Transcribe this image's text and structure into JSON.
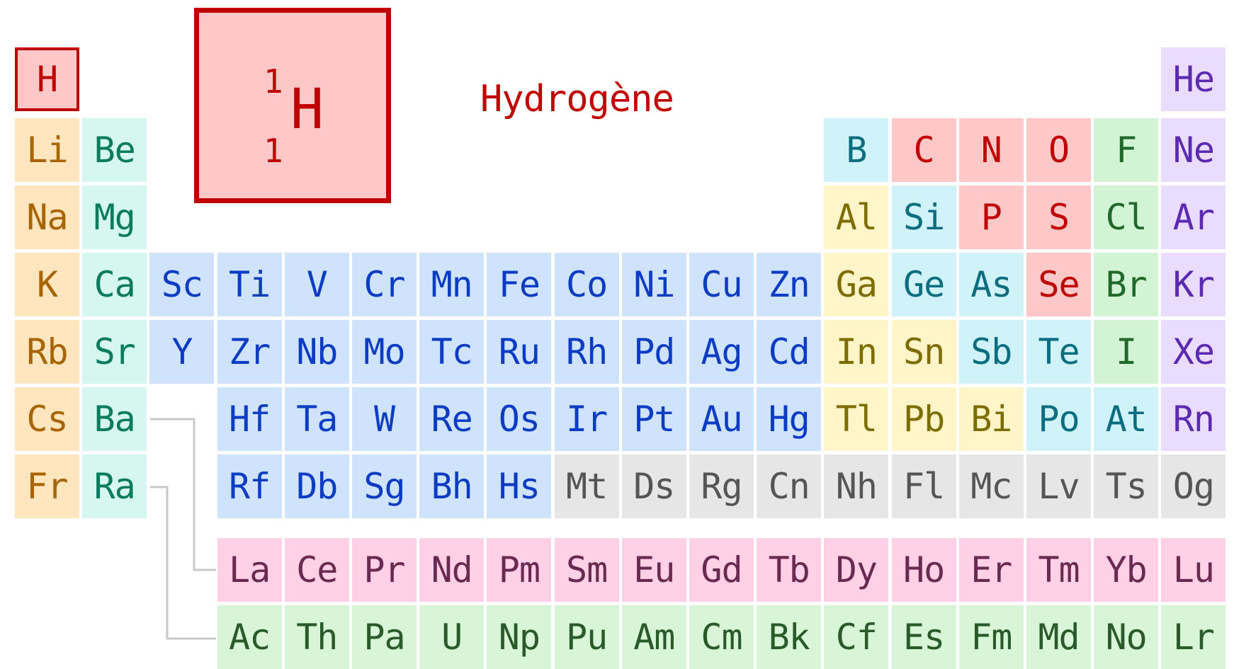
{
  "selected": {
    "symbol": "H",
    "mass_number": "1",
    "atomic_number": "1",
    "name": "Hydrogène"
  },
  "colors": {
    "nonmetal": {
      "bg": "#ffc8c8",
      "fg": "#c00000"
    },
    "alkali": {
      "bg": "#ffe6bf",
      "fg": "#a86400"
    },
    "alkaline_earth": {
      "bg": "#d6f7ef",
      "fg": "#067b5e"
    },
    "transition": {
      "bg": "#cfe4fc",
      "fg": "#0c3cc4"
    },
    "post_transition": {
      "bg": "#fff5c8",
      "fg": "#7d6d00"
    },
    "metalloid": {
      "bg": "#d0f3f9",
      "fg": "#0a6e80"
    },
    "halogen": {
      "bg": "#d3f3d5",
      "fg": "#1f6a2a"
    },
    "noble_gas": {
      "bg": "#eadcff",
      "fg": "#5a2ab0"
    },
    "unknown": {
      "bg": "#e6e6e6",
      "fg": "#555555"
    },
    "lanthanide": {
      "bg": "#ffd0e6",
      "fg": "#6a2a50"
    },
    "actinide": {
      "bg": "#d8f5d8",
      "fg": "#2a5a2a"
    }
  },
  "elements": [
    {
      "s": "H",
      "r": 0,
      "c": 0,
      "t": "nonmetal"
    },
    {
      "s": "He",
      "r": 0,
      "c": 17,
      "t": "noble_gas"
    },
    {
      "s": "Li",
      "r": 1,
      "c": 0,
      "t": "alkali"
    },
    {
      "s": "Be",
      "r": 1,
      "c": 1,
      "t": "alkaline_earth"
    },
    {
      "s": "B",
      "r": 1,
      "c": 12,
      "t": "metalloid"
    },
    {
      "s": "C",
      "r": 1,
      "c": 13,
      "t": "nonmetal"
    },
    {
      "s": "N",
      "r": 1,
      "c": 14,
      "t": "nonmetal"
    },
    {
      "s": "O",
      "r": 1,
      "c": 15,
      "t": "nonmetal"
    },
    {
      "s": "F",
      "r": 1,
      "c": 16,
      "t": "halogen"
    },
    {
      "s": "Ne",
      "r": 1,
      "c": 17,
      "t": "noble_gas"
    },
    {
      "s": "Na",
      "r": 2,
      "c": 0,
      "t": "alkali"
    },
    {
      "s": "Mg",
      "r": 2,
      "c": 1,
      "t": "alkaline_earth"
    },
    {
      "s": "Al",
      "r": 2,
      "c": 12,
      "t": "post_transition"
    },
    {
      "s": "Si",
      "r": 2,
      "c": 13,
      "t": "metalloid"
    },
    {
      "s": "P",
      "r": 2,
      "c": 14,
      "t": "nonmetal"
    },
    {
      "s": "S",
      "r": 2,
      "c": 15,
      "t": "nonmetal"
    },
    {
      "s": "Cl",
      "r": 2,
      "c": 16,
      "t": "halogen"
    },
    {
      "s": "Ar",
      "r": 2,
      "c": 17,
      "t": "noble_gas"
    },
    {
      "s": "K",
      "r": 3,
      "c": 0,
      "t": "alkali"
    },
    {
      "s": "Ca",
      "r": 3,
      "c": 1,
      "t": "alkaline_earth"
    },
    {
      "s": "Sc",
      "r": 3,
      "c": 2,
      "t": "transition"
    },
    {
      "s": "Ti",
      "r": 3,
      "c": 3,
      "t": "transition"
    },
    {
      "s": "V",
      "r": 3,
      "c": 4,
      "t": "transition"
    },
    {
      "s": "Cr",
      "r": 3,
      "c": 5,
      "t": "transition"
    },
    {
      "s": "Mn",
      "r": 3,
      "c": 6,
      "t": "transition"
    },
    {
      "s": "Fe",
      "r": 3,
      "c": 7,
      "t": "transition"
    },
    {
      "s": "Co",
      "r": 3,
      "c": 8,
      "t": "transition"
    },
    {
      "s": "Ni",
      "r": 3,
      "c": 9,
      "t": "transition"
    },
    {
      "s": "Cu",
      "r": 3,
      "c": 10,
      "t": "transition"
    },
    {
      "s": "Zn",
      "r": 3,
      "c": 11,
      "t": "transition"
    },
    {
      "s": "Ga",
      "r": 3,
      "c": 12,
      "t": "post_transition"
    },
    {
      "s": "Ge",
      "r": 3,
      "c": 13,
      "t": "metalloid"
    },
    {
      "s": "As",
      "r": 3,
      "c": 14,
      "t": "metalloid"
    },
    {
      "s": "Se",
      "r": 3,
      "c": 15,
      "t": "nonmetal"
    },
    {
      "s": "Br",
      "r": 3,
      "c": 16,
      "t": "halogen"
    },
    {
      "s": "Kr",
      "r": 3,
      "c": 17,
      "t": "noble_gas"
    },
    {
      "s": "Rb",
      "r": 4,
      "c": 0,
      "t": "alkali"
    },
    {
      "s": "Sr",
      "r": 4,
      "c": 1,
      "t": "alkaline_earth"
    },
    {
      "s": "Y",
      "r": 4,
      "c": 2,
      "t": "transition"
    },
    {
      "s": "Zr",
      "r": 4,
      "c": 3,
      "t": "transition"
    },
    {
      "s": "Nb",
      "r": 4,
      "c": 4,
      "t": "transition"
    },
    {
      "s": "Mo",
      "r": 4,
      "c": 5,
      "t": "transition"
    },
    {
      "s": "Tc",
      "r": 4,
      "c": 6,
      "t": "transition"
    },
    {
      "s": "Ru",
      "r": 4,
      "c": 7,
      "t": "transition"
    },
    {
      "s": "Rh",
      "r": 4,
      "c": 8,
      "t": "transition"
    },
    {
      "s": "Pd",
      "r": 4,
      "c": 9,
      "t": "transition"
    },
    {
      "s": "Ag",
      "r": 4,
      "c": 10,
      "t": "transition"
    },
    {
      "s": "Cd",
      "r": 4,
      "c": 11,
      "t": "transition"
    },
    {
      "s": "In",
      "r": 4,
      "c": 12,
      "t": "post_transition"
    },
    {
      "s": "Sn",
      "r": 4,
      "c": 13,
      "t": "post_transition"
    },
    {
      "s": "Sb",
      "r": 4,
      "c": 14,
      "t": "metalloid"
    },
    {
      "s": "Te",
      "r": 4,
      "c": 15,
      "t": "metalloid"
    },
    {
      "s": "I",
      "r": 4,
      "c": 16,
      "t": "halogen"
    },
    {
      "s": "Xe",
      "r": 4,
      "c": 17,
      "t": "noble_gas"
    },
    {
      "s": "Cs",
      "r": 5,
      "c": 0,
      "t": "alkali"
    },
    {
      "s": "Ba",
      "r": 5,
      "c": 1,
      "t": "alkaline_earth"
    },
    {
      "s": "Hf",
      "r": 5,
      "c": 3,
      "t": "transition"
    },
    {
      "s": "Ta",
      "r": 5,
      "c": 4,
      "t": "transition"
    },
    {
      "s": "W",
      "r": 5,
      "c": 5,
      "t": "transition"
    },
    {
      "s": "Re",
      "r": 5,
      "c": 6,
      "t": "transition"
    },
    {
      "s": "Os",
      "r": 5,
      "c": 7,
      "t": "transition"
    },
    {
      "s": "Ir",
      "r": 5,
      "c": 8,
      "t": "transition"
    },
    {
      "s": "Pt",
      "r": 5,
      "c": 9,
      "t": "transition"
    },
    {
      "s": "Au",
      "r": 5,
      "c": 10,
      "t": "transition"
    },
    {
      "s": "Hg",
      "r": 5,
      "c": 11,
      "t": "transition"
    },
    {
      "s": "Tl",
      "r": 5,
      "c": 12,
      "t": "post_transition"
    },
    {
      "s": "Pb",
      "r": 5,
      "c": 13,
      "t": "post_transition"
    },
    {
      "s": "Bi",
      "r": 5,
      "c": 14,
      "t": "post_transition"
    },
    {
      "s": "Po",
      "r": 5,
      "c": 15,
      "t": "metalloid"
    },
    {
      "s": "At",
      "r": 5,
      "c": 16,
      "t": "metalloid"
    },
    {
      "s": "Rn",
      "r": 5,
      "c": 17,
      "t": "noble_gas"
    },
    {
      "s": "Fr",
      "r": 6,
      "c": 0,
      "t": "alkali"
    },
    {
      "s": "Ra",
      "r": 6,
      "c": 1,
      "t": "alkaline_earth"
    },
    {
      "s": "Rf",
      "r": 6,
      "c": 3,
      "t": "transition"
    },
    {
      "s": "Db",
      "r": 6,
      "c": 4,
      "t": "transition"
    },
    {
      "s": "Sg",
      "r": 6,
      "c": 5,
      "t": "transition"
    },
    {
      "s": "Bh",
      "r": 6,
      "c": 6,
      "t": "transition"
    },
    {
      "s": "Hs",
      "r": 6,
      "c": 7,
      "t": "transition"
    },
    {
      "s": "Mt",
      "r": 6,
      "c": 8,
      "t": "unknown"
    },
    {
      "s": "Ds",
      "r": 6,
      "c": 9,
      "t": "unknown"
    },
    {
      "s": "Rg",
      "r": 6,
      "c": 10,
      "t": "unknown"
    },
    {
      "s": "Cn",
      "r": 6,
      "c": 11,
      "t": "unknown"
    },
    {
      "s": "Nh",
      "r": 6,
      "c": 12,
      "t": "unknown"
    },
    {
      "s": "Fl",
      "r": 6,
      "c": 13,
      "t": "unknown"
    },
    {
      "s": "Mc",
      "r": 6,
      "c": 14,
      "t": "unknown"
    },
    {
      "s": "Lv",
      "r": 6,
      "c": 15,
      "t": "unknown"
    },
    {
      "s": "Ts",
      "r": 6,
      "c": 16,
      "t": "unknown"
    },
    {
      "s": "Og",
      "r": 6,
      "c": 17,
      "t": "unknown"
    },
    {
      "s": "La",
      "r": 7,
      "c": 3,
      "t": "lanthanide"
    },
    {
      "s": "Ce",
      "r": 7,
      "c": 4,
      "t": "lanthanide"
    },
    {
      "s": "Pr",
      "r": 7,
      "c": 5,
      "t": "lanthanide"
    },
    {
      "s": "Nd",
      "r": 7,
      "c": 6,
      "t": "lanthanide"
    },
    {
      "s": "Pm",
      "r": 7,
      "c": 7,
      "t": "lanthanide"
    },
    {
      "s": "Sm",
      "r": 7,
      "c": 8,
      "t": "lanthanide"
    },
    {
      "s": "Eu",
      "r": 7,
      "c": 9,
      "t": "lanthanide"
    },
    {
      "s": "Gd",
      "r": 7,
      "c": 10,
      "t": "lanthanide"
    },
    {
      "s": "Tb",
      "r": 7,
      "c": 11,
      "t": "lanthanide"
    },
    {
      "s": "Dy",
      "r": 7,
      "c": 12,
      "t": "lanthanide"
    },
    {
      "s": "Ho",
      "r": 7,
      "c": 13,
      "t": "lanthanide"
    },
    {
      "s": "Er",
      "r": 7,
      "c": 14,
      "t": "lanthanide"
    },
    {
      "s": "Tm",
      "r": 7,
      "c": 15,
      "t": "lanthanide"
    },
    {
      "s": "Yb",
      "r": 7,
      "c": 16,
      "t": "lanthanide"
    },
    {
      "s": "Lu",
      "r": 7,
      "c": 17,
      "t": "lanthanide"
    },
    {
      "s": "Ac",
      "r": 8,
      "c": 3,
      "t": "actinide"
    },
    {
      "s": "Th",
      "r": 8,
      "c": 4,
      "t": "actinide"
    },
    {
      "s": "Pa",
      "r": 8,
      "c": 5,
      "t": "actinide"
    },
    {
      "s": "U",
      "r": 8,
      "c": 6,
      "t": "actinide"
    },
    {
      "s": "Np",
      "r": 8,
      "c": 7,
      "t": "actinide"
    },
    {
      "s": "Pu",
      "r": 8,
      "c": 8,
      "t": "actinide"
    },
    {
      "s": "Am",
      "r": 8,
      "c": 9,
      "t": "actinide"
    },
    {
      "s": "Cm",
      "r": 8,
      "c": 10,
      "t": "actinide"
    },
    {
      "s": "Bk",
      "r": 8,
      "c": 11,
      "t": "actinide"
    },
    {
      "s": "Cf",
      "r": 8,
      "c": 12,
      "t": "actinide"
    },
    {
      "s": "Es",
      "r": 8,
      "c": 13,
      "t": "actinide"
    },
    {
      "s": "Fm",
      "r": 8,
      "c": 14,
      "t": "actinide"
    },
    {
      "s": "Md",
      "r": 8,
      "c": 15,
      "t": "actinide"
    },
    {
      "s": "No",
      "r": 8,
      "c": 16,
      "t": "actinide"
    },
    {
      "s": "Lr",
      "r": 8,
      "c": 17,
      "t": "actinide"
    }
  ]
}
